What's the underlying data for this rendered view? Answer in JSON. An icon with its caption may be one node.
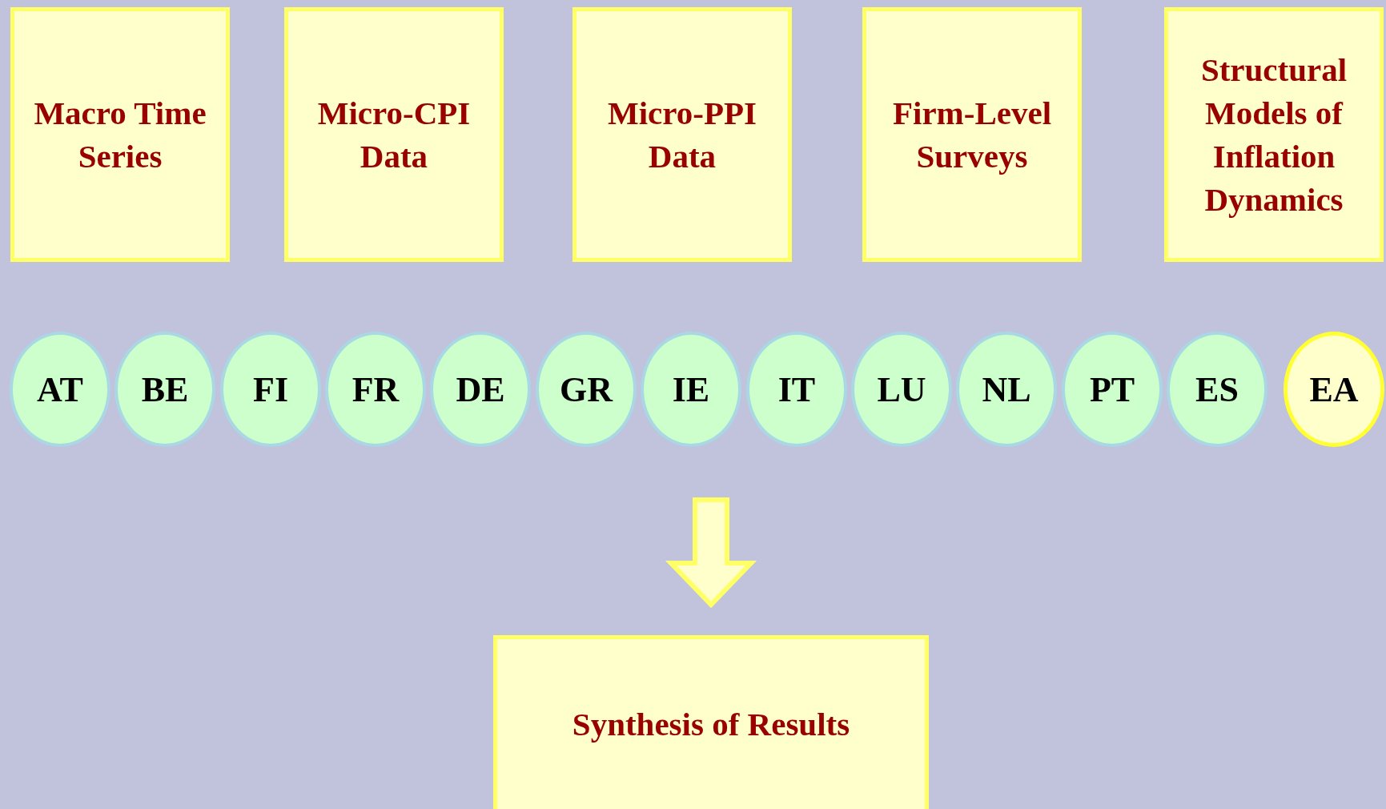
{
  "diagram": {
    "nodes": [
      {
        "text": [
          "Macro Time Series"
        ]
      },
      {
        "text": [
          "Micro-CPI Data"
        ]
      },
      {
        "text": [
          "Micro-PPI Data"
        ]
      },
      {
        "text": [
          "Firm-Level Surveys"
        ]
      },
      {
        "text": [
          "Structural Models of Inflation Dynamics"
        ]
      },
      {
        "text": [
          "AT"
        ]
      },
      {
        "text": [
          "BE"
        ]
      },
      {
        "text": [
          "FI"
        ]
      },
      {
        "text": [
          "FR"
        ]
      },
      {
        "text": [
          "DE"
        ]
      },
      {
        "text": [
          "GR"
        ]
      },
      {
        "text": [
          "IE"
        ]
      },
      {
        "text": [
          "IT"
        ]
      },
      {
        "text": [
          "LU"
        ]
      },
      {
        "text": [
          "NL"
        ]
      },
      {
        "text": [
          "PT"
        ]
      },
      {
        "text": [
          "ES"
        ]
      },
      {
        "text": [
          "EA"
        ]
      },
      {
        "text": [
          "Synthesis of Results"
        ]
      }
    ],
    "edges": [
      {
        "from": null,
        "to": 18,
        "arrow": "to",
        "style": "thick"
      }
    ]
  }
}
